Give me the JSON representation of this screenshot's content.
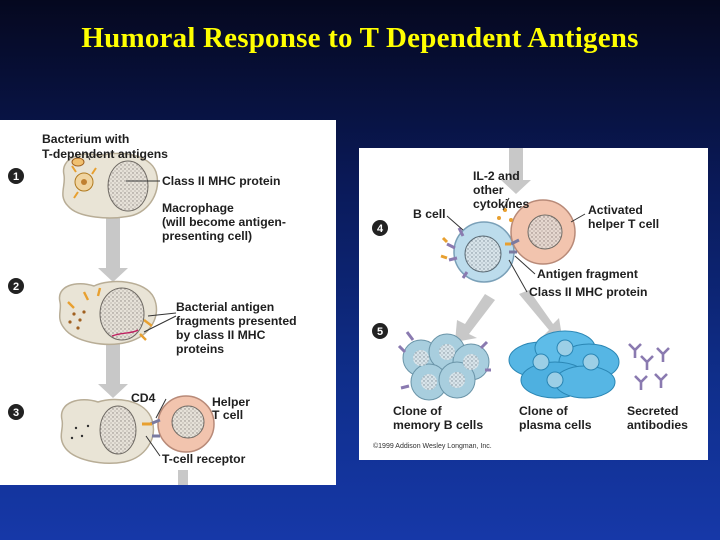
{
  "title": "Humoral Response to T Dependent Antigens",
  "left_panel": {
    "steps": [
      "1",
      "2",
      "3"
    ],
    "bacterium_label": [
      "Bacterium with",
      "T-dependent antigens"
    ],
    "mhc_label": "Class II MHC protein",
    "macrophage_label": [
      "Macrophage",
      "(will become antigen-",
      "presenting cell)"
    ],
    "fragments_label": [
      "Bacterial antigen",
      "fragments presented",
      "by class II MHC",
      "proteins"
    ],
    "cd4_label": "CD4",
    "helper_label": [
      "Helper",
      "T cell"
    ],
    "tcr_label": "T-cell receptor"
  },
  "right_panel": {
    "steps": [
      "4",
      "5"
    ],
    "il2_label": [
      "IL-2 and",
      "other",
      "cytokines"
    ],
    "bcell_label": "B cell",
    "activated_label": [
      "Activated",
      "helper T cell"
    ],
    "fragment_label": "Antigen fragment",
    "mhc_label": "Class II MHC protein",
    "memory_label": [
      "Clone of",
      "memory B cells"
    ],
    "plasma_label": [
      "Clone of",
      "plasma cells"
    ],
    "antibodies_label": [
      "Secreted",
      "antibodies"
    ],
    "copyright": "©1999 Addison Wesley Longman, Inc."
  },
  "colors": {
    "title": "#ffff00",
    "arrow": "#bdbdbd",
    "membrane": "#e2dccc",
    "nucleus": "#cfc8c0",
    "tcell": "#f2c4ae",
    "bcell": "#b8d8e8",
    "plasma": "#4fb4e4",
    "antigen": "#e8a030"
  }
}
